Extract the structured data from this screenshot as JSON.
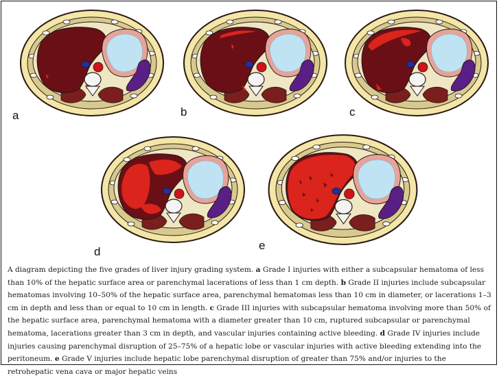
{
  "figure": {
    "panels": [
      {
        "letter": "a",
        "grade": 1
      },
      {
        "letter": "b",
        "grade": 2
      },
      {
        "letter": "c",
        "grade": 3
      },
      {
        "letter": "d",
        "grade": 4
      },
      {
        "letter": "e",
        "grade": 5
      }
    ],
    "colors": {
      "outer_ring": "#f3e6a8",
      "fat_layer": "#d8c98f",
      "outline": "#2a1a12",
      "liver": "#6a0f16",
      "hemorrhage": "#e0261c",
      "stomach_content": "#bfe3f3",
      "stomach_wall": "#e7a39a",
      "spleen": "#5a1f86",
      "aorta": "#d0121a",
      "ivc": "#1d2fa8",
      "vertebra": "#f4f4f4",
      "muscle": "#7a1e1e"
    }
  },
  "caption": {
    "intro": "A diagram depicting the five grades of liver injury grading system.",
    "items": [
      {
        "letter": "a",
        "text": "Grade I injuries with either a subcapsular hematoma of less than 10% of the hepatic surface area or parenchymal lacerations of less than 1 cm depth."
      },
      {
        "letter": "b",
        "text": "Grade II injuries include subcapsular hematomas involving 10–50% of the hepatic surface area, parenchymal hematomas less than 10 cm in diameter, or lacerations 1–3 cm in depth and less than or equal to 10 cm in length."
      },
      {
        "letter": "c",
        "text": "Grade III injuries with subcapsular hematoma involving more than 50% of the hepatic surface area, parenchymal hematoma with a diameter greater than 10 cm, ruptured subcapsular or parenchymal hematoma, lacerations greater than 3 cm in depth, and vascular injuries containing active bleeding."
      },
      {
        "letter": "d",
        "text": "Grade IV injuries include injuries causing parenchymal disruption of 25–75% of a hepatic lobe or vascular injuries with active bleeding extending into the peritoneum."
      },
      {
        "letter": "e",
        "text": "Grade V injuries include hepatic lobe parenchymal disruption of greater than 75% and/or injuries to the retrohepatic vena cava or major hepatic veins"
      }
    ]
  }
}
